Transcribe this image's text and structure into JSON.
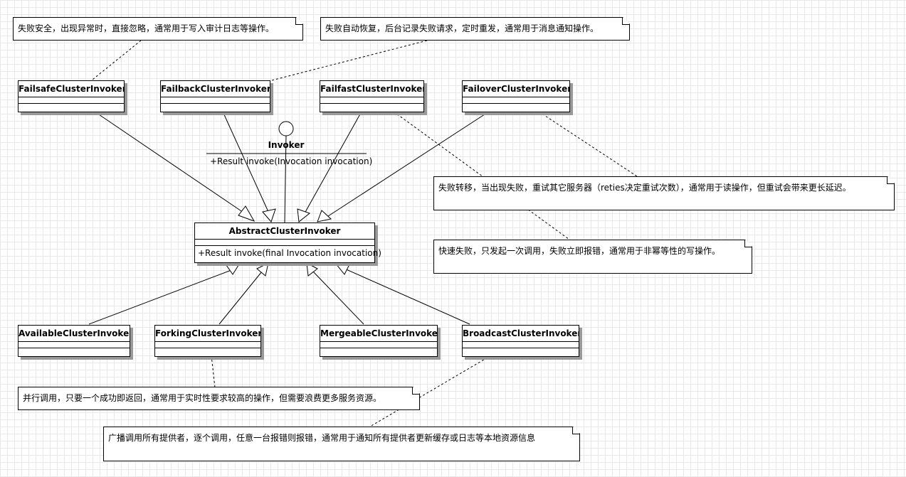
{
  "interface": {
    "name": "Invoker",
    "operation": "+Result invoke(Invocation invocation)"
  },
  "abstract_class": {
    "name": "AbstractClusterInvoker",
    "operation": "+Result invoke(final Invocation invocation)"
  },
  "top_classes": [
    {
      "name": "FailsafeClusterInvoker"
    },
    {
      "name": "FailbackClusterInvoker"
    },
    {
      "name": "FailfastClusterInvoker"
    },
    {
      "name": "FailoverClusterInvoker"
    }
  ],
  "bottom_classes": [
    {
      "name": "AvailableClusterInvoker"
    },
    {
      "name": "ForkingClusterInvoker"
    },
    {
      "name": "MergeableClusterInvoker"
    },
    {
      "name": "BroadcastClusterInvoker"
    }
  ],
  "notes": [
    {
      "text": "失败安全，出现异常时，直接忽略，通常用于写入审计日志等操作。"
    },
    {
      "text": "失败自动恢复，后台记录失败请求，定时重发，通常用于消息通知操作。"
    },
    {
      "text": "失败转移，当出现失败，重试其它服务器（reties决定重试次数），通常用于读操作，但重试会带来更长延迟。"
    },
    {
      "text": "快速失败，只发起一次调用，失败立即报错，通常用于非幂等性的写操作。"
    },
    {
      "text": "并行调用，只要一个成功即返回，通常用于实时性要求较高的操作，但需要浪费更多服务资源。"
    },
    {
      "text": "广播调用所有提供者，逐个调用，任意一台报错则报错，通常用于通知所有提供者更新缓存或日志等本地资源信息"
    }
  ]
}
